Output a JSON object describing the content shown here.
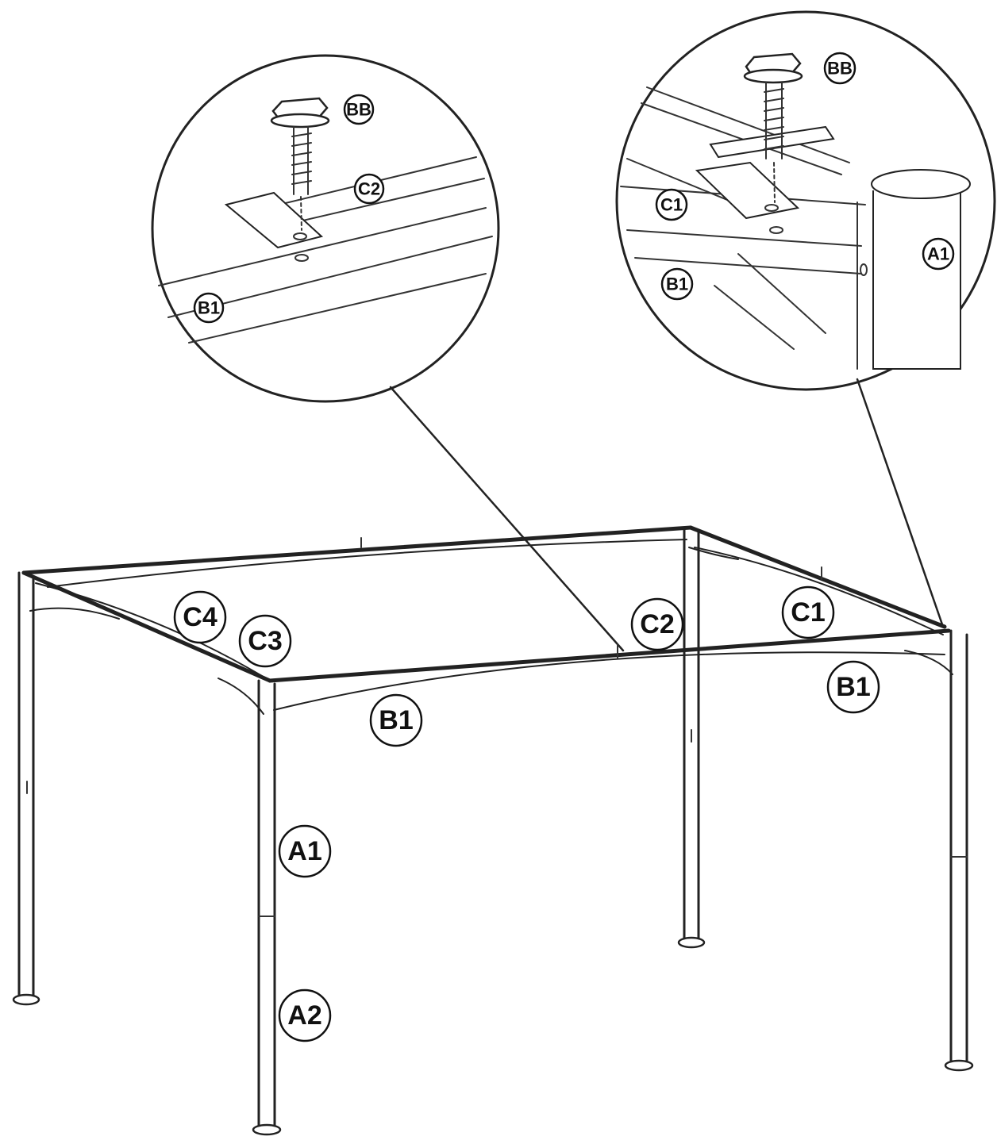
{
  "labels": {
    "detail_left": {
      "bolt": "BB",
      "rafter": "C2",
      "beam": "B1"
    },
    "detail_right": {
      "bolt": "BB",
      "rafter": "C1",
      "beam": "B1",
      "post": "A1"
    },
    "main": {
      "rafter_c4": "C4",
      "rafter_c3": "C3",
      "rafter_c2": "C2",
      "rafter_c1": "C1",
      "beam_front": "B1",
      "beam_right": "B1",
      "post_upper": "A1",
      "post_lower": "A2"
    }
  },
  "colors": {
    "line": "#222222",
    "background": "#ffffff"
  }
}
